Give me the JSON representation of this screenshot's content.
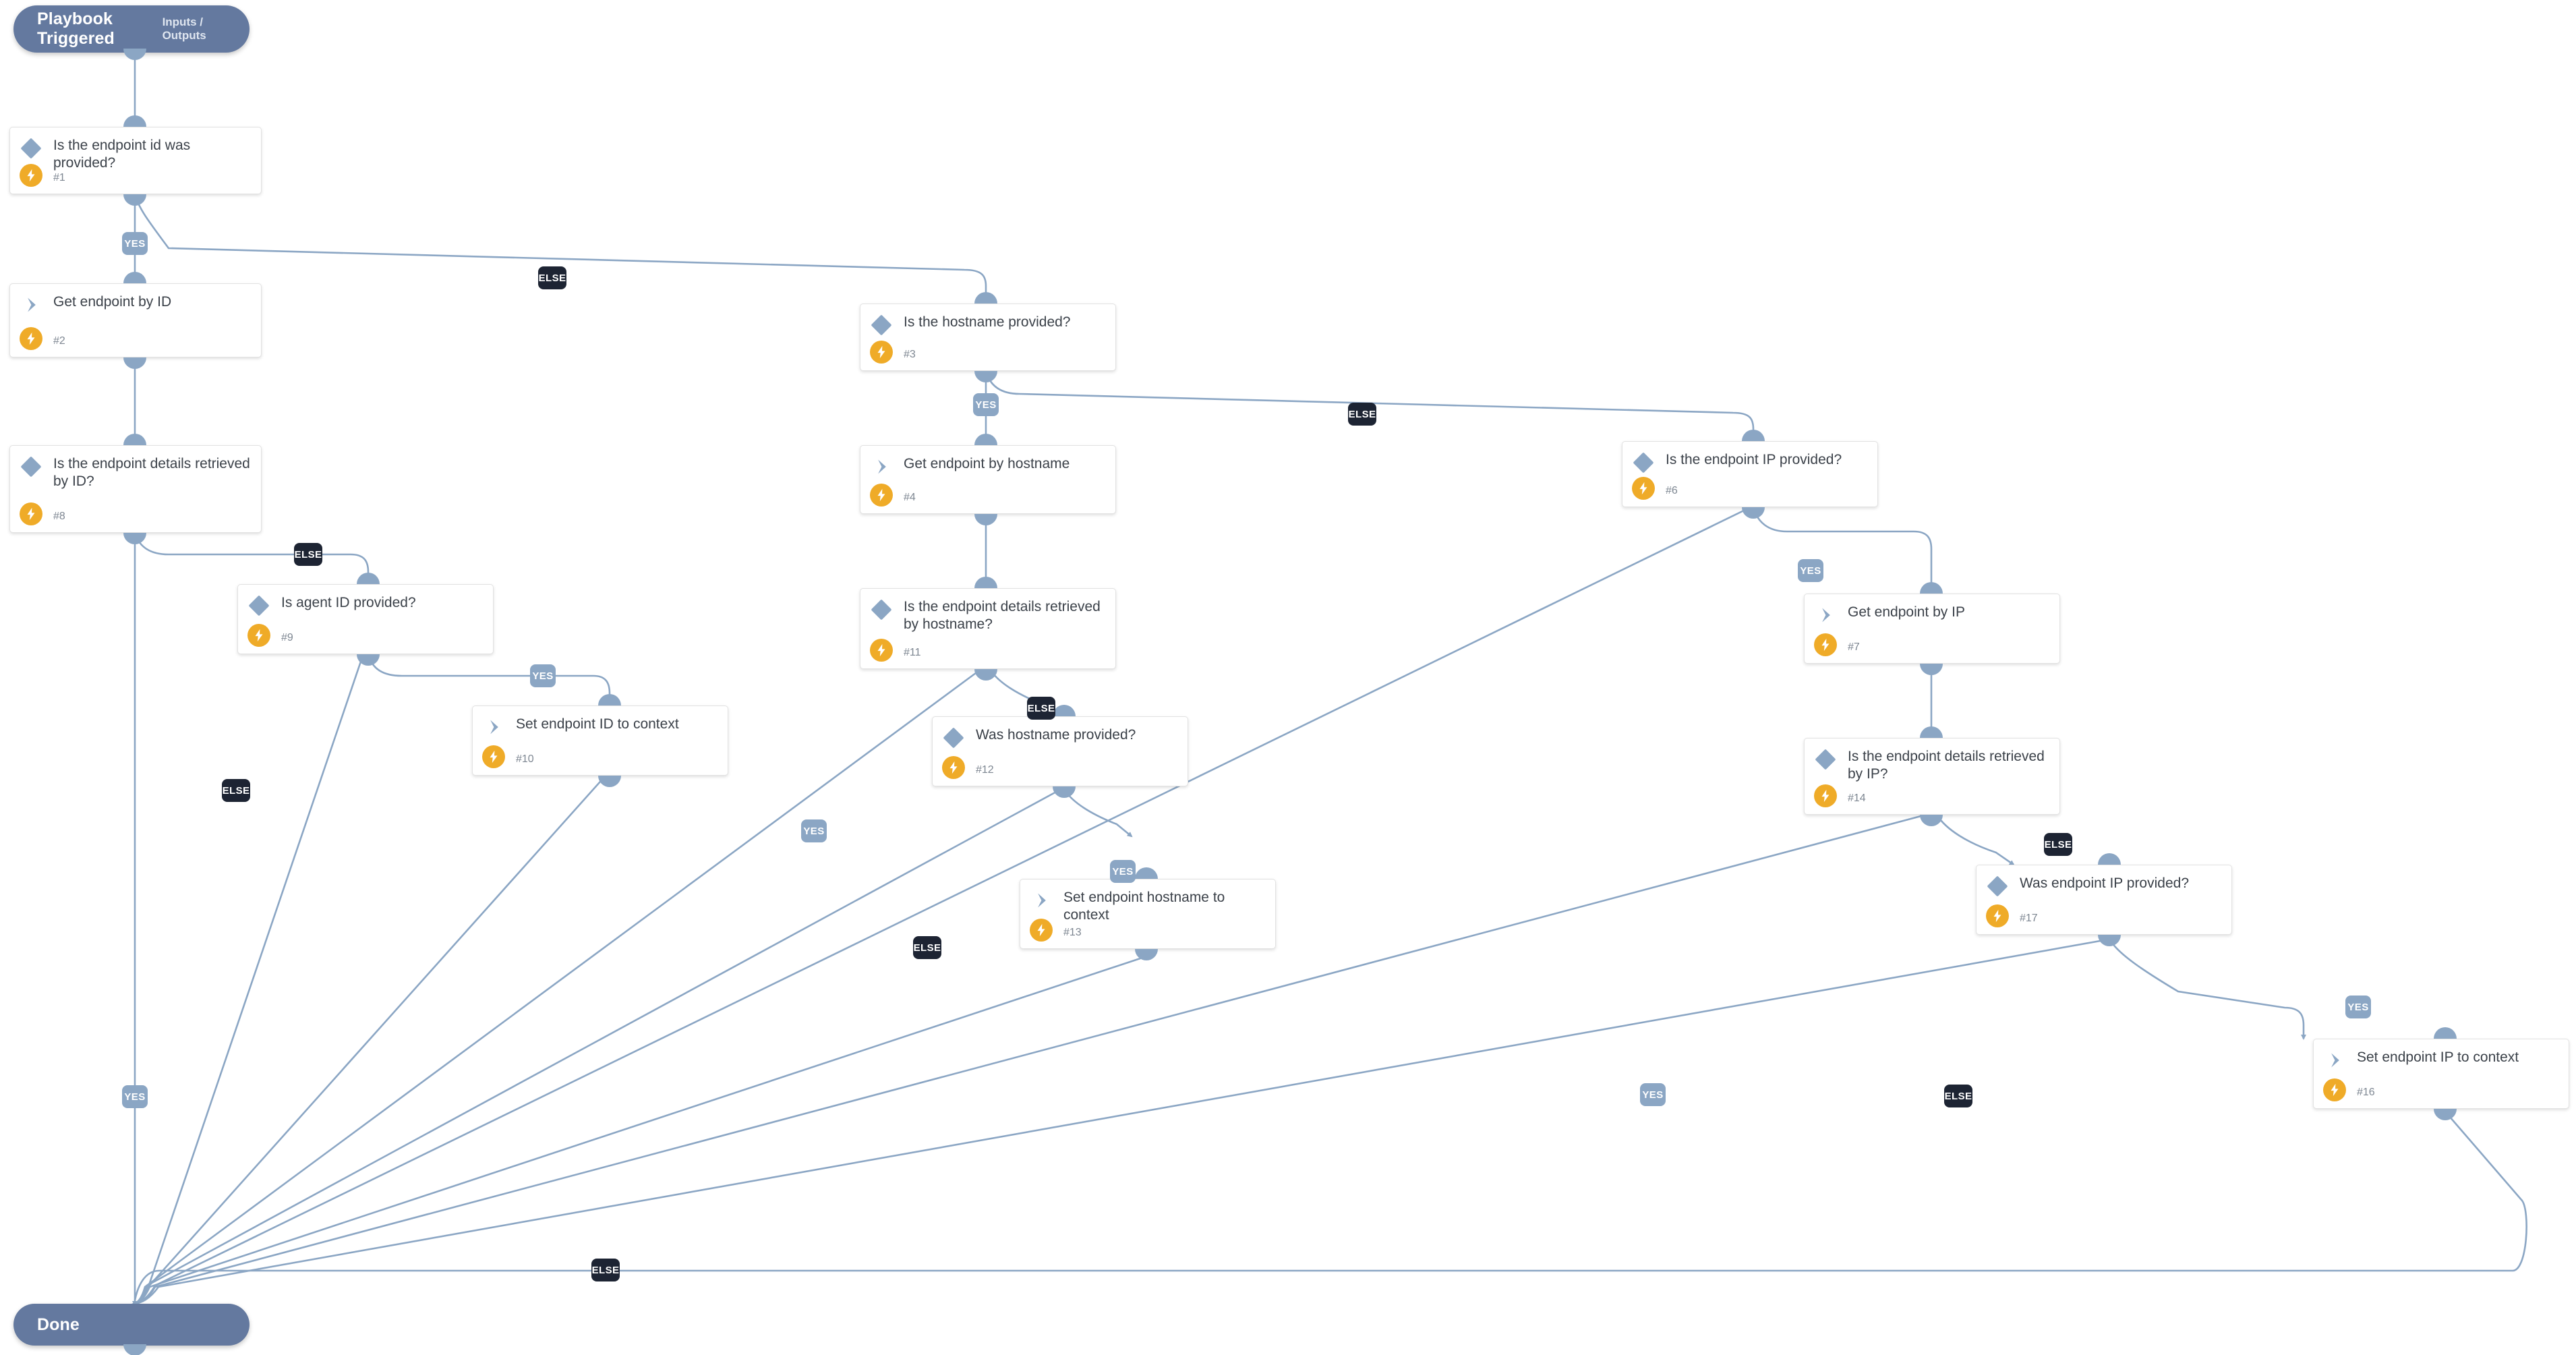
{
  "diagram": {
    "type": "playbook-workflow",
    "title": "Playbook Triggered",
    "colors": {
      "terminal": "#64799f",
      "port": "#8ba6c4",
      "edge": "#8ba6c4",
      "yes_label": "#8ba6c4",
      "else_label": "#1d2433",
      "bolt_badge": "#efab28",
      "card_bg": "#ffffff",
      "card_text": "#3b4149",
      "canvas": "#ffffff"
    }
  },
  "start_node": {
    "label": "Playbook Triggered",
    "inputs_outputs_label": "Inputs / Outputs"
  },
  "end_node": {
    "label": "Done"
  },
  "nodes": [
    {
      "id": "n1",
      "label": "Is the endpoint id was provided?",
      "number": "#1",
      "kind": "condition"
    },
    {
      "id": "n2",
      "label": "Get endpoint by ID",
      "number": "#2",
      "kind": "action"
    },
    {
      "id": "n3",
      "label": "Is the hostname provided?",
      "number": "#3",
      "kind": "condition"
    },
    {
      "id": "n4",
      "label": "Get endpoint by hostname",
      "number": "#4",
      "kind": "action"
    },
    {
      "id": "n6",
      "label": "Is the endpoint IP provided?",
      "number": "#6",
      "kind": "condition"
    },
    {
      "id": "n7",
      "label": "Get endpoint by IP",
      "number": "#7",
      "kind": "action"
    },
    {
      "id": "n8",
      "label": "Is the endpoint details retrieved by ID?",
      "number": "#8",
      "kind": "condition"
    },
    {
      "id": "n9",
      "label": "Is agent ID provided?",
      "number": "#9",
      "kind": "condition"
    },
    {
      "id": "n10",
      "label": "Set endpoint ID to context",
      "number": "#10",
      "kind": "action"
    },
    {
      "id": "n11",
      "label": "Is the endpoint details retrieved by hostname?",
      "number": "#11",
      "kind": "condition"
    },
    {
      "id": "n12",
      "label": "Was hostname provided?",
      "number": "#12",
      "kind": "condition"
    },
    {
      "id": "n13",
      "label": "Set endpoint hostname to context",
      "number": "#13",
      "kind": "action"
    },
    {
      "id": "n14",
      "label": "Is the endpoint details retrieved by IP?",
      "number": "#14",
      "kind": "condition"
    },
    {
      "id": "n16",
      "label": "Set endpoint IP to context",
      "number": "#16",
      "kind": "action"
    },
    {
      "id": "n17",
      "label": "Was endpoint IP provided?",
      "number": "#17",
      "kind": "condition"
    }
  ],
  "edge_labels": [
    {
      "id": "e1",
      "text": "YES",
      "from": "n1",
      "to": "n2"
    },
    {
      "id": "e2",
      "text": "ELSE",
      "from": "n1",
      "to": "n3"
    },
    {
      "id": "e3",
      "text": "YES",
      "from": "n3",
      "to": "n4"
    },
    {
      "id": "e4",
      "text": "ELSE",
      "from": "n3",
      "to": "n6"
    },
    {
      "id": "e5",
      "text": "ELSE",
      "from": "n8",
      "to": "n9"
    },
    {
      "id": "e6",
      "text": "YES",
      "from": "n9",
      "to": "n10"
    },
    {
      "id": "e7",
      "text": "ELSE",
      "from": "n9",
      "to": "done"
    },
    {
      "id": "e8",
      "text": "YES",
      "from": "n6",
      "to": "n7"
    },
    {
      "id": "e9",
      "text": "ELSE",
      "from": "n11",
      "to": "n12"
    },
    {
      "id": "e10",
      "text": "YES",
      "from": "n12",
      "to": "n13"
    },
    {
      "id": "e11",
      "text": "YES",
      "from": "n11",
      "to": "done"
    },
    {
      "id": "e12",
      "text": "ELSE",
      "from": "n12",
      "to": "done"
    },
    {
      "id": "e13",
      "text": "ELSE",
      "from": "n14",
      "to": "n17"
    },
    {
      "id": "e14",
      "text": "YES",
      "from": "n17",
      "to": "n16"
    },
    {
      "id": "e15",
      "text": "YES",
      "from": "n14",
      "to": "done"
    },
    {
      "id": "e16",
      "text": "ELSE",
      "from": "n17",
      "to": "done"
    },
    {
      "id": "e17",
      "text": "YES",
      "from": "n8",
      "to": "done"
    },
    {
      "id": "e18",
      "text": "ELSE",
      "from": "n10",
      "to": "done"
    }
  ]
}
